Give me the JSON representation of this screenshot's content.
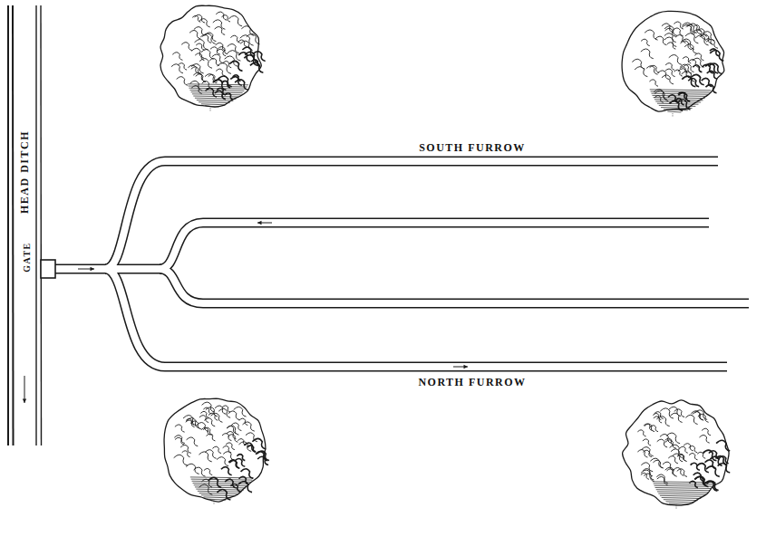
{
  "diagram": {
    "labels": [
      "HEAD DITCH",
      "GATE",
      "SOUTH FURROW",
      "NORTH FURROW"
    ]
  }
}
